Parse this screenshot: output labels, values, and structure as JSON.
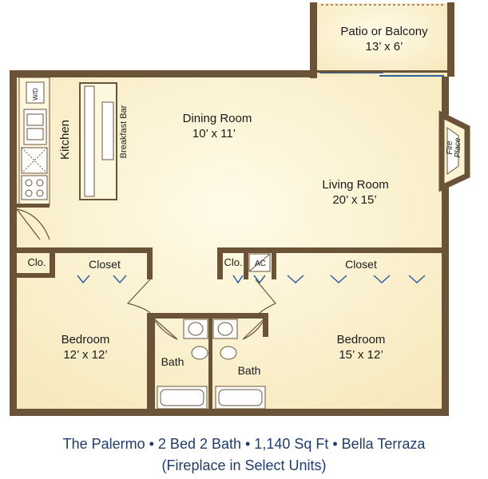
{
  "rooms": {
    "patio": {
      "name": "Patio or Balcony",
      "size": "13’ x 6’"
    },
    "dining": {
      "name": "Dining Room",
      "size": "10’ x 11’"
    },
    "living": {
      "name": "Living Room",
      "size": "20’ x 15’"
    },
    "kitchen": {
      "name": "Kitchen"
    },
    "breakfast_bar": {
      "name": "Breakfast Bar"
    },
    "fireplace": {
      "line1": "Fire",
      "line2": "Place"
    },
    "bedroom1": {
      "name": "Bedroom",
      "size": "12’ x 12’"
    },
    "bedroom2": {
      "name": "Bedroom",
      "size": "15’ x 12’"
    },
    "bath1": {
      "name": "Bath"
    },
    "bath2": {
      "name": "Bath"
    },
    "closet1": {
      "name": "Closet"
    },
    "closet2": {
      "name": "Closet"
    },
    "clo1": {
      "name": "Clo."
    },
    "clo2": {
      "name": "Clo."
    },
    "ac": {
      "name": "AC"
    },
    "wd": {
      "name": "W/D"
    }
  },
  "caption": {
    "line1": "The Palermo • 2 Bed 2 Bath • 1,140 Sq Ft • Bella Terraza",
    "line2": "(Fireplace in Select Units)"
  },
  "colors": {
    "wall": "#6b5337",
    "floor": "#fbf3d2",
    "caption": "#1f3d6b",
    "window": "#2f5f9e"
  }
}
